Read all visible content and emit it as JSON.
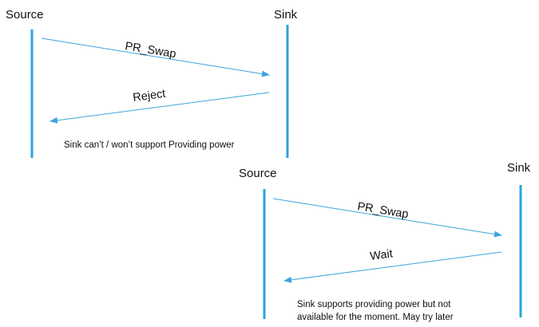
{
  "colors": {
    "lifeline": "#2aa3dd",
    "arrow": "#39a6da",
    "text": "#111111"
  },
  "diagrams": [
    {
      "name": "reject-scenario",
      "actors": {
        "source": "Source",
        "sink": "Sink"
      },
      "messages": [
        {
          "label": "PR_Swap",
          "from": "Source",
          "to": "Sink"
        },
        {
          "label": "Reject",
          "from": "Sink",
          "to": "Source"
        }
      ],
      "note": [
        "Sink can’t / won’t support Providing power"
      ]
    },
    {
      "name": "wait-scenario",
      "actors": {
        "source": "Source",
        "sink": "Sink"
      },
      "messages": [
        {
          "label": "PR_Swap",
          "from": "Source",
          "to": "Sink"
        },
        {
          "label": "Wait",
          "from": "Sink",
          "to": "Source"
        }
      ],
      "note": [
        "Sink supports providing power but not",
        "available for the moment. May try later"
      ]
    }
  ]
}
